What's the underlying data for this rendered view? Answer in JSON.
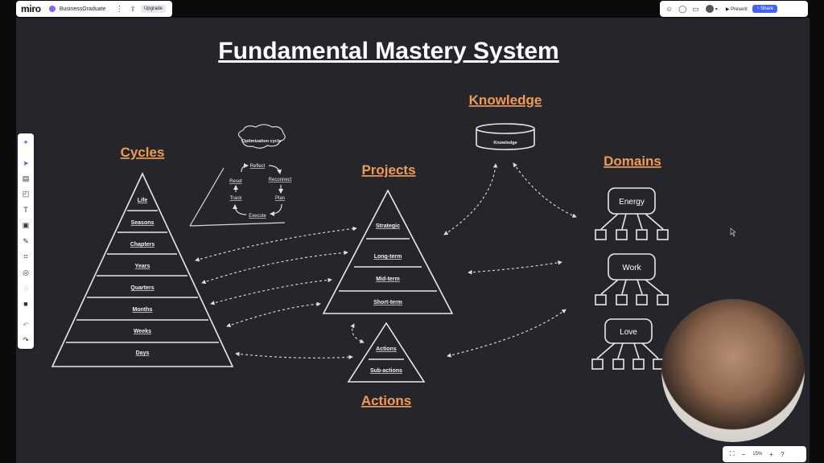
{
  "app": {
    "logo": "miro",
    "board_name": "BusinessGraduate",
    "upgrade_label": "Upgrade",
    "present_label": "Present",
    "share_label": "Share",
    "zoom_level": "15%",
    "accent_color": "#4262ff"
  },
  "board": {
    "title": "Fundamental Mastery System",
    "heading_color": "#f29a52",
    "headings": {
      "cycles": "Cycles",
      "projects": "Projects",
      "knowledge": "Knowledge",
      "domains": "Domains",
      "actions": "Actions"
    },
    "cycles_levels": [
      "Life",
      "Seasons",
      "Chapters",
      "Years",
      "Quarters",
      "Months",
      "Weeks",
      "Days"
    ],
    "project_levels": [
      "Strategic",
      "Long-term",
      "Mid-term",
      "Short-term"
    ],
    "action_levels": [
      "Actions",
      "Sub-actions"
    ],
    "knowledge_store_label": "Knowledge",
    "optimization": {
      "cloud_label": "Optimization cycle",
      "steps": [
        "Reflect",
        "Reconnect",
        "Plan",
        "Execute",
        "Track",
        "Reset"
      ]
    },
    "domains": [
      "Energy",
      "Work",
      "Love"
    ]
  },
  "toolbar_tools": [
    "magic-icon",
    "select-icon",
    "template-icon",
    "sticky-note-icon",
    "text-icon",
    "shapes-icon",
    "pen-icon",
    "frame-icon",
    "comment-icon",
    "chat-icon",
    "more-apps-icon",
    "undo-icon",
    "redo-icon"
  ]
}
